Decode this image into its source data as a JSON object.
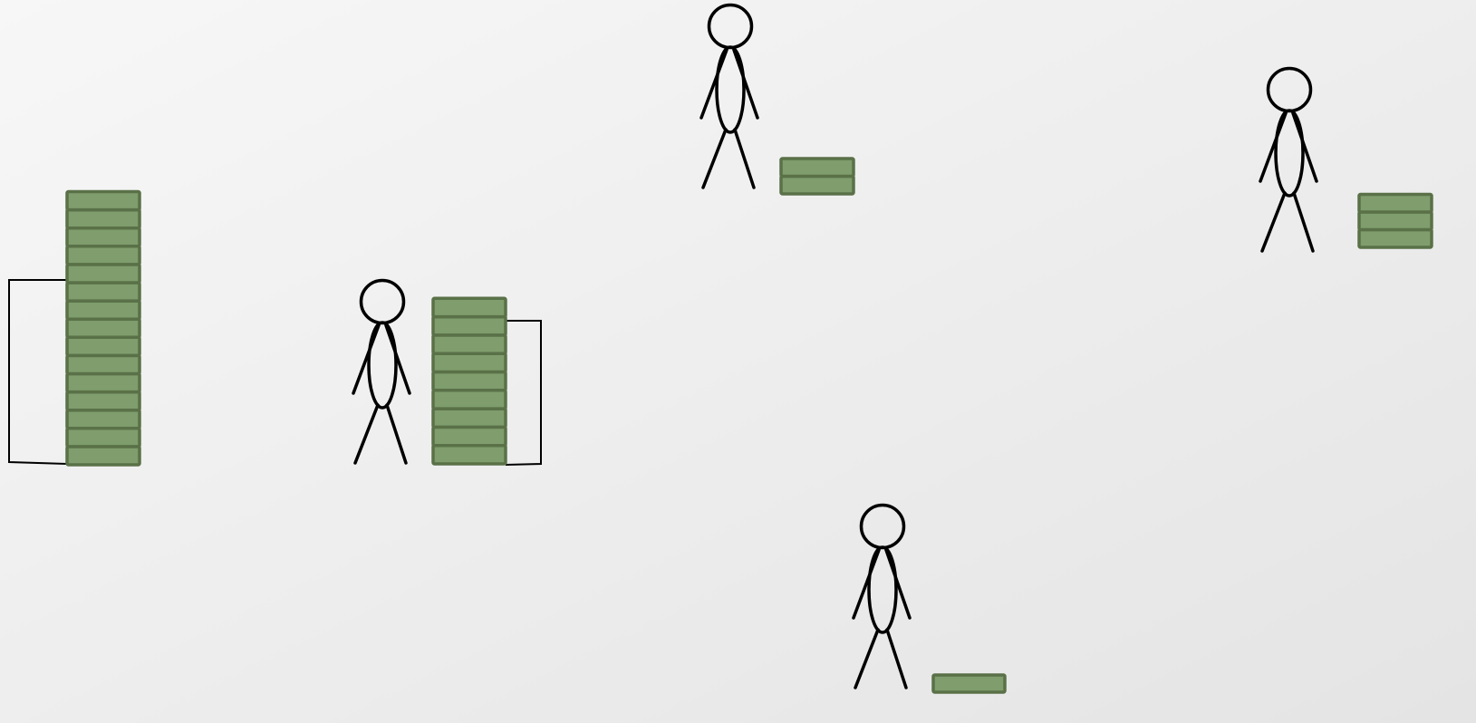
{
  "colors": {
    "background_light": "#f7f7f7",
    "background_shade": "#e4e4e4",
    "block_fill": "#7f9d6d",
    "block_stroke": "#5a7148",
    "figure_stroke": "#000000"
  },
  "scene": {
    "figures": [
      {
        "id": "figure-top-center",
        "icon": "stick-figure-icon"
      },
      {
        "id": "figure-top-right",
        "icon": "stick-figure-icon"
      },
      {
        "id": "figure-middle-left",
        "icon": "stick-figure-icon"
      },
      {
        "id": "figure-bottom-center",
        "icon": "stick-figure-icon"
      }
    ],
    "stacks": [
      {
        "id": "stack-tall-left",
        "blocks": 15,
        "bracket": "left"
      },
      {
        "id": "stack-middle",
        "blocks": 9,
        "bracket": "right"
      },
      {
        "id": "stack-top-center",
        "blocks": 2,
        "bracket": "none"
      },
      {
        "id": "stack-top-right",
        "blocks": 3,
        "bracket": "none"
      },
      {
        "id": "stack-bottom-center",
        "blocks": 1,
        "bracket": "none"
      }
    ]
  }
}
